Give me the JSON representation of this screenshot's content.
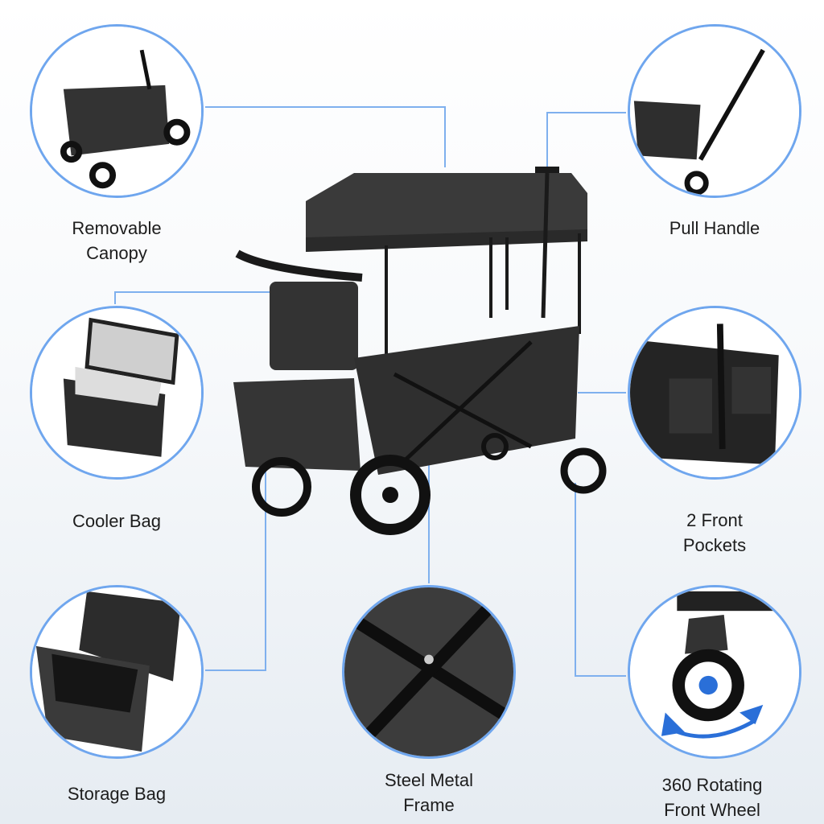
{
  "features": [
    {
      "id": "canopy",
      "lines": [
        "Removable",
        "Canopy"
      ]
    },
    {
      "id": "pull-handle",
      "lines": [
        "Pull Handle"
      ]
    },
    {
      "id": "cooler-bag",
      "lines": [
        "Cooler Bag"
      ]
    },
    {
      "id": "front-pockets",
      "lines": [
        "2 Front",
        "Pockets"
      ]
    },
    {
      "id": "storage-bag",
      "lines": [
        "Storage Bag"
      ]
    },
    {
      "id": "steel-frame",
      "lines": [
        "Steel Metal",
        "Frame"
      ]
    },
    {
      "id": "front-wheel",
      "lines": [
        "360 Rotating",
        "Front Wheel"
      ]
    }
  ],
  "colors": {
    "accent": "#6fa6ee",
    "wagon": "#2b2b2b"
  }
}
